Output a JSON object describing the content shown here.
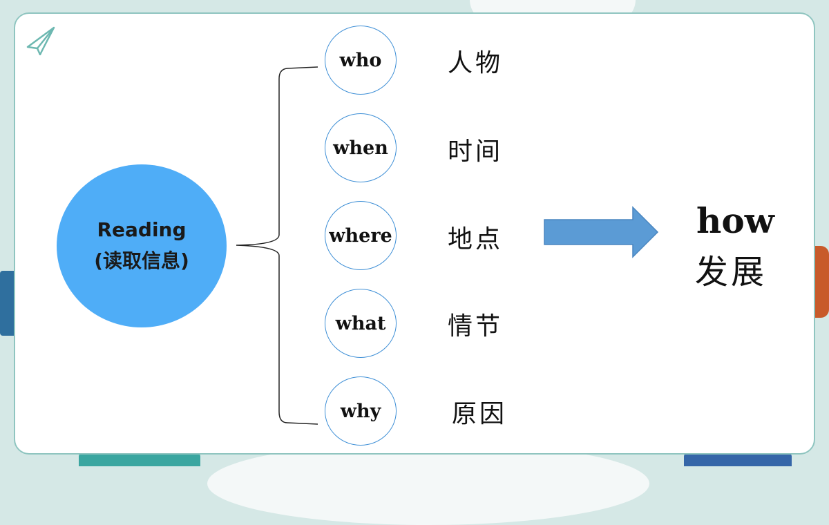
{
  "center": {
    "line1": "Reading",
    "line2": "(读取信息)"
  },
  "questions": [
    {
      "en": "who",
      "cn": "人物"
    },
    {
      "en": "when",
      "cn": "时间"
    },
    {
      "en": "where",
      "cn": "地点"
    },
    {
      "en": "what",
      "cn": "情节"
    },
    {
      "en": "why",
      "cn": "原因"
    }
  ],
  "result": {
    "en": "how",
    "cn": "发展"
  },
  "colors": {
    "center_circle": "#4fadf7",
    "circle_border": "#3e8fd6",
    "arrow": "#5b9bd5",
    "frame": "#8fc5c0",
    "background": "#d5e8e6"
  }
}
